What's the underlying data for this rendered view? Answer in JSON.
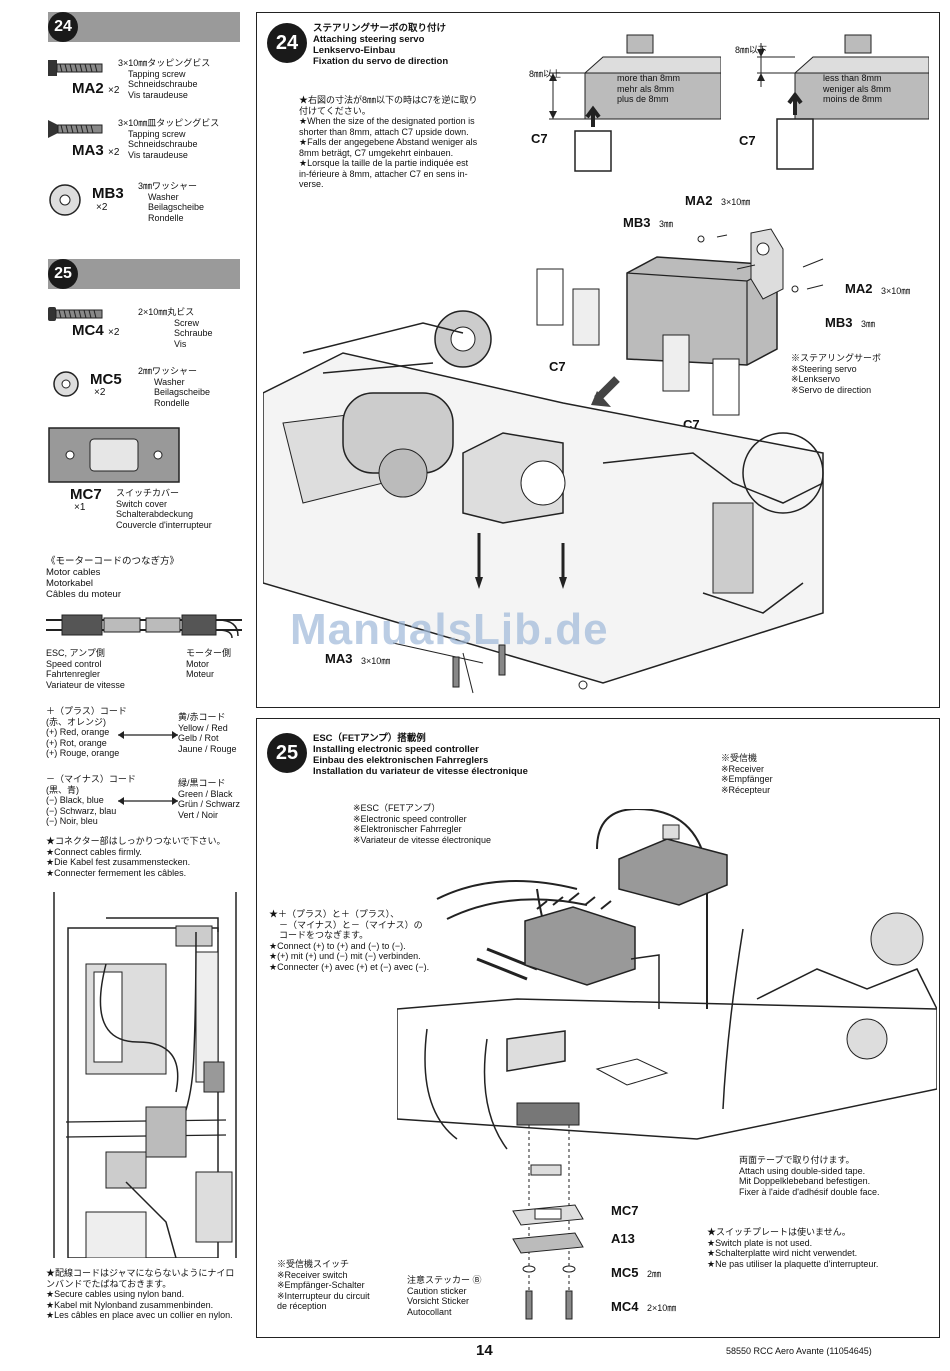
{
  "sidebar": {
    "step24": {
      "number": "24",
      "parts": [
        {
          "code": "MA2",
          "qty": "×2",
          "lines": [
            "3×10㎜タッピングビス",
            "Tapping screw",
            "Schneidschraube",
            "Vis taraudeuse"
          ]
        },
        {
          "code": "MA3",
          "qty": "×2",
          "lines": [
            "3×10㎜皿タッピングビス",
            "Tapping screw",
            "Schneidschraube",
            "Vis taraudeuse"
          ]
        },
        {
          "code": "MB3",
          "qty": "×2",
          "lines": [
            "3㎜ワッシャー",
            "Washer",
            "Beilagscheibe",
            "Rondelle"
          ]
        }
      ]
    },
    "step25": {
      "number": "25",
      "parts": [
        {
          "code": "MC4",
          "qty": "×2",
          "lines": [
            "2×10㎜丸ビス",
            "Screw",
            "Schraube",
            "Vis"
          ]
        },
        {
          "code": "MC5",
          "qty": "×2",
          "lines": [
            "2㎜ワッシャー",
            "Washer",
            "Beilagscheibe",
            "Rondelle"
          ]
        },
        {
          "code": "MC7",
          "qty": "×1",
          "lines": [
            "スイッチカバー",
            "Switch cover",
            "Schalterabdeckung",
            "Couvercle d'interrupteur"
          ]
        }
      ]
    },
    "motor_cables": {
      "lines": [
        "《モーターコードのつなぎ方》",
        "Motor cables",
        "Motorkabel",
        "Câbles du moteur"
      ],
      "esc_side": [
        "ESC, アンプ側",
        "Speed control",
        "Fahrtenregler",
        "Variateur de vitesse"
      ],
      "motor_side": [
        "モーター側",
        "Motor",
        "Moteur"
      ],
      "plus_cord": [
        "＋（プラス）コード",
        "(赤、オレンジ)",
        "(+) Red, orange",
        "(+) Rot, orange",
        "(+) Rouge, orange"
      ],
      "plus_motor": [
        "黄/赤コード",
        "Yellow / Red",
        "Gelb / Rot",
        "Jaune / Rouge"
      ],
      "minus_cord": [
        "－（マイナス）コード",
        "(黒、青)",
        "(−) Black, blue",
        "(−) Schwarz, blau",
        "(−) Noir, bleu"
      ],
      "minus_motor": [
        "緑/黒コード",
        "Green / Black",
        "Grün / Schwarz",
        "Vert / Noir"
      ],
      "connect": [
        "★コネクター部はしっかりつないで下さい。",
        "★Connect cables firmly.",
        "★Die Kabel fest zusammenstecken.",
        "★Connecter fermement les câbles."
      ]
    },
    "nylon_note": [
      "★配線コードはジャマにならないようにナイロンバンドでたばねておきます。",
      "★Secure cables using nylon band.",
      "★Kabel mit Nylonband zusammenbinden.",
      "★Les câbles en place avec un collier en nylon."
    ]
  },
  "step24_panel": {
    "number": "24",
    "title": [
      "ステアリングサーボの取り付け",
      "Attaching steering servo",
      "Lenkservo-Einbau",
      "Fixation du servo de direction"
    ],
    "note": [
      "★右図の寸法が8㎜以下の時はC7を逆に取り",
      "付けてください。",
      "★When the size of the designated portion is",
      "shorter than 8mm, attach C7 upside down.",
      "★Falls der angegebene Abstand weniger als",
      "8mm beträgt, C7 umgekehrt einbauen.",
      "★Lorsque la taille de la partie indiquée est",
      "in-férieure à 8mm, attacher C7 en sens in-",
      "verse."
    ],
    "dim_left": {
      "label": "8㎜以上",
      "desc": [
        "more than 8mm",
        "mehr als 8mm",
        "plus de 8mm"
      ],
      "part": "C7"
    },
    "dim_right": {
      "label": "8㎜以下",
      "desc": [
        "less than 8mm",
        "weniger als 8mm",
        "moins de 8mm"
      ],
      "part": "C7"
    },
    "callouts": {
      "ma2_top": "MA2",
      "ma2_top_size": "3×10㎜",
      "mb3_top": "MB3",
      "mb3_top_size": "3㎜",
      "ma2_right": "MA2",
      "ma2_right_size": "3×10㎜",
      "mb3_right": "MB3",
      "mb3_right_size": "3㎜",
      "c7_left": "C7",
      "c7_right": "C7",
      "ma3": "MA3",
      "ma3_size": "3×10㎜"
    },
    "servo_label": [
      "※ステアリングサーボ",
      "※Steering servo",
      "※Lenkservo",
      "※Servo de direction"
    ]
  },
  "step25_panel": {
    "number": "25",
    "title": [
      "ESC（FETアンプ）搭載例",
      "Installing electronic speed controller",
      "Einbau des elektronischen Fahrreglers",
      "Installation du variateur de vitesse électronique"
    ],
    "receiver": [
      "※受信機",
      "※Receiver",
      "※Empfänger",
      "※Récepteur"
    ],
    "esc": [
      "※ESC（FETアンプ）",
      "※Electronic speed controller",
      "※Elektronischer Fahrregler",
      "※Variateur de vitesse électronique"
    ],
    "connect_note": [
      "★＋（プラス）と＋（プラス）、",
      "－（マイナス）と－（マイナス）の",
      "コードをつなぎます。",
      "★Connect (+) to (+) and (−) to (−).",
      "★(+) mit (+) und (−) mit (−) verbinden.",
      "★Connecter (+) avec (+) et (−) avec (−)."
    ],
    "tape_note": [
      "両面テープで取り付けます。",
      "Attach using double-sided tape.",
      "Mit Doppelklebeband befestigen.",
      "Fixer à l'aide d'adhésif double face."
    ],
    "switch_plate": [
      "★スイッチプレートは使いません。",
      "★Switch plate is not used.",
      "★Schalterplatte wird nicht verwendet.",
      "★Ne pas utiliser la plaquette d'interrupteur."
    ],
    "receiver_switch": [
      "※受信機スイッチ",
      "※Receiver switch",
      "※Empfänger-Schalter",
      "※Interrupteur du circuit",
      "de réception"
    ],
    "sticker": [
      "注意ステッカー",
      "Caution sticker",
      "Vorsicht Sticker",
      "Autocollant"
    ],
    "sticker_id": "Ⓑ",
    "parts": {
      "mc7": "MC7",
      "a13": "A13",
      "mc5": "MC5",
      "mc5_size": "2㎜",
      "mc4": "MC4",
      "mc4_size": "2×10㎜"
    }
  },
  "footer": {
    "page": "14",
    "doc": "58550 RCC Aero Avante (11054645)"
  },
  "watermark": "ManualsLib.de"
}
